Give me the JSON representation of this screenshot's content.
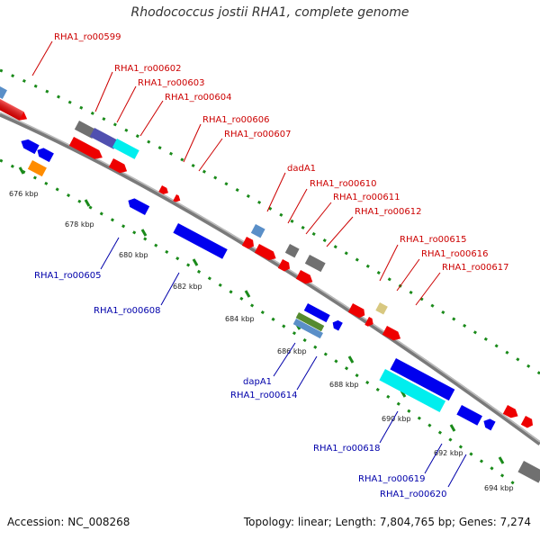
{
  "title": "Rhodococcus jostii RHA1, complete genome",
  "footer": {
    "accession": "Accession: NC_008268",
    "topology": "Topology: linear; Length: 7,804,765 bp; Genes: 7,274"
  },
  "colors": {
    "forward_label": "#cc0000",
    "reverse_label": "#0000aa",
    "backbone": "#808080",
    "tick_dots": "#1a8a1a"
  },
  "ticks": [
    {
      "label": "676 kbp"
    },
    {
      "label": "678 kbp"
    },
    {
      "label": "680 kbp"
    },
    {
      "label": "682 kbp"
    },
    {
      "label": "684 kbp"
    },
    {
      "label": "686 kbp"
    },
    {
      "label": "688 kbp"
    },
    {
      "label": "690 kbp"
    },
    {
      "label": "692 kbp"
    },
    {
      "label": "694 kbp"
    }
  ],
  "forward_labels": [
    {
      "text": "RHA1_ro00599"
    },
    {
      "text": "RHA1_ro00602"
    },
    {
      "text": "RHA1_ro00603"
    },
    {
      "text": "RHA1_ro00604"
    },
    {
      "text": "RHA1_ro00606"
    },
    {
      "text": "RHA1_ro00607"
    },
    {
      "text": "dadA1"
    },
    {
      "text": "RHA1_ro00610"
    },
    {
      "text": "RHA1_ro00611"
    },
    {
      "text": "RHA1_ro00612"
    },
    {
      "text": "RHA1_ro00615"
    },
    {
      "text": "RHA1_ro00616"
    },
    {
      "text": "RHA1_ro00617"
    }
  ],
  "reverse_labels": [
    {
      "text": "RHA1_ro00605"
    },
    {
      "text": "RHA1_ro00608"
    },
    {
      "text": "dapA1"
    },
    {
      "text": "RHA1_ro00614"
    },
    {
      "text": "RHA1_ro00618"
    },
    {
      "text": "RHA1_ro00619"
    },
    {
      "text": "RHA1_ro00620"
    }
  ]
}
